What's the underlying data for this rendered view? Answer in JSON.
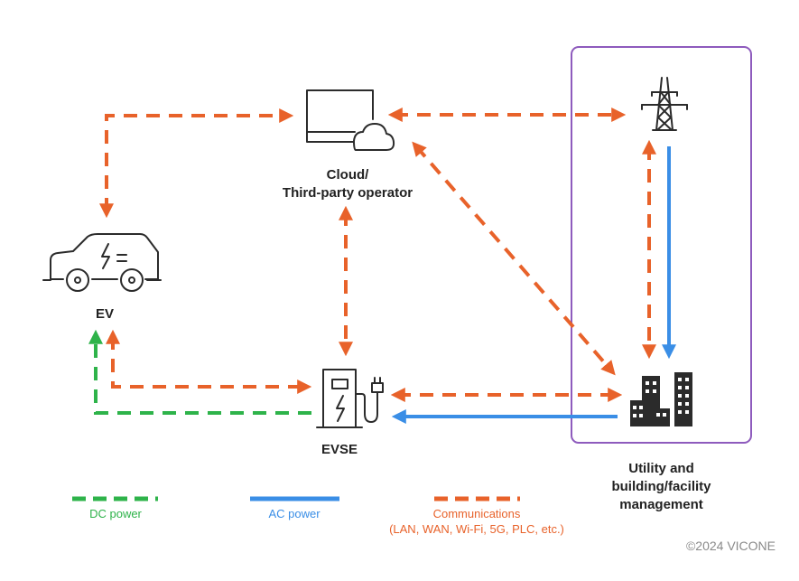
{
  "nodes": {
    "cloud": {
      "line1": "Cloud/",
      "line2": "Third-party operator"
    },
    "ev": {
      "label": "EV"
    },
    "evse": {
      "label": "EVSE"
    },
    "utility": {
      "line1": "Utility and",
      "line2": "building/facility",
      "line3": "management"
    }
  },
  "legend": {
    "dc": {
      "label": "DC power",
      "color": "#2eb34a"
    },
    "ac": {
      "label": "AC power",
      "color": "#3a8ee6"
    },
    "comm": {
      "line1": "Communications",
      "line2": "(LAN, WAN, Wi-Fi, 5G, PLC, etc.)",
      "color": "#e8622a"
    }
  },
  "colors": {
    "utility_box": "#8e5bbd",
    "icon": "#2b2b2b"
  },
  "copyright": "©2024 VICONE"
}
